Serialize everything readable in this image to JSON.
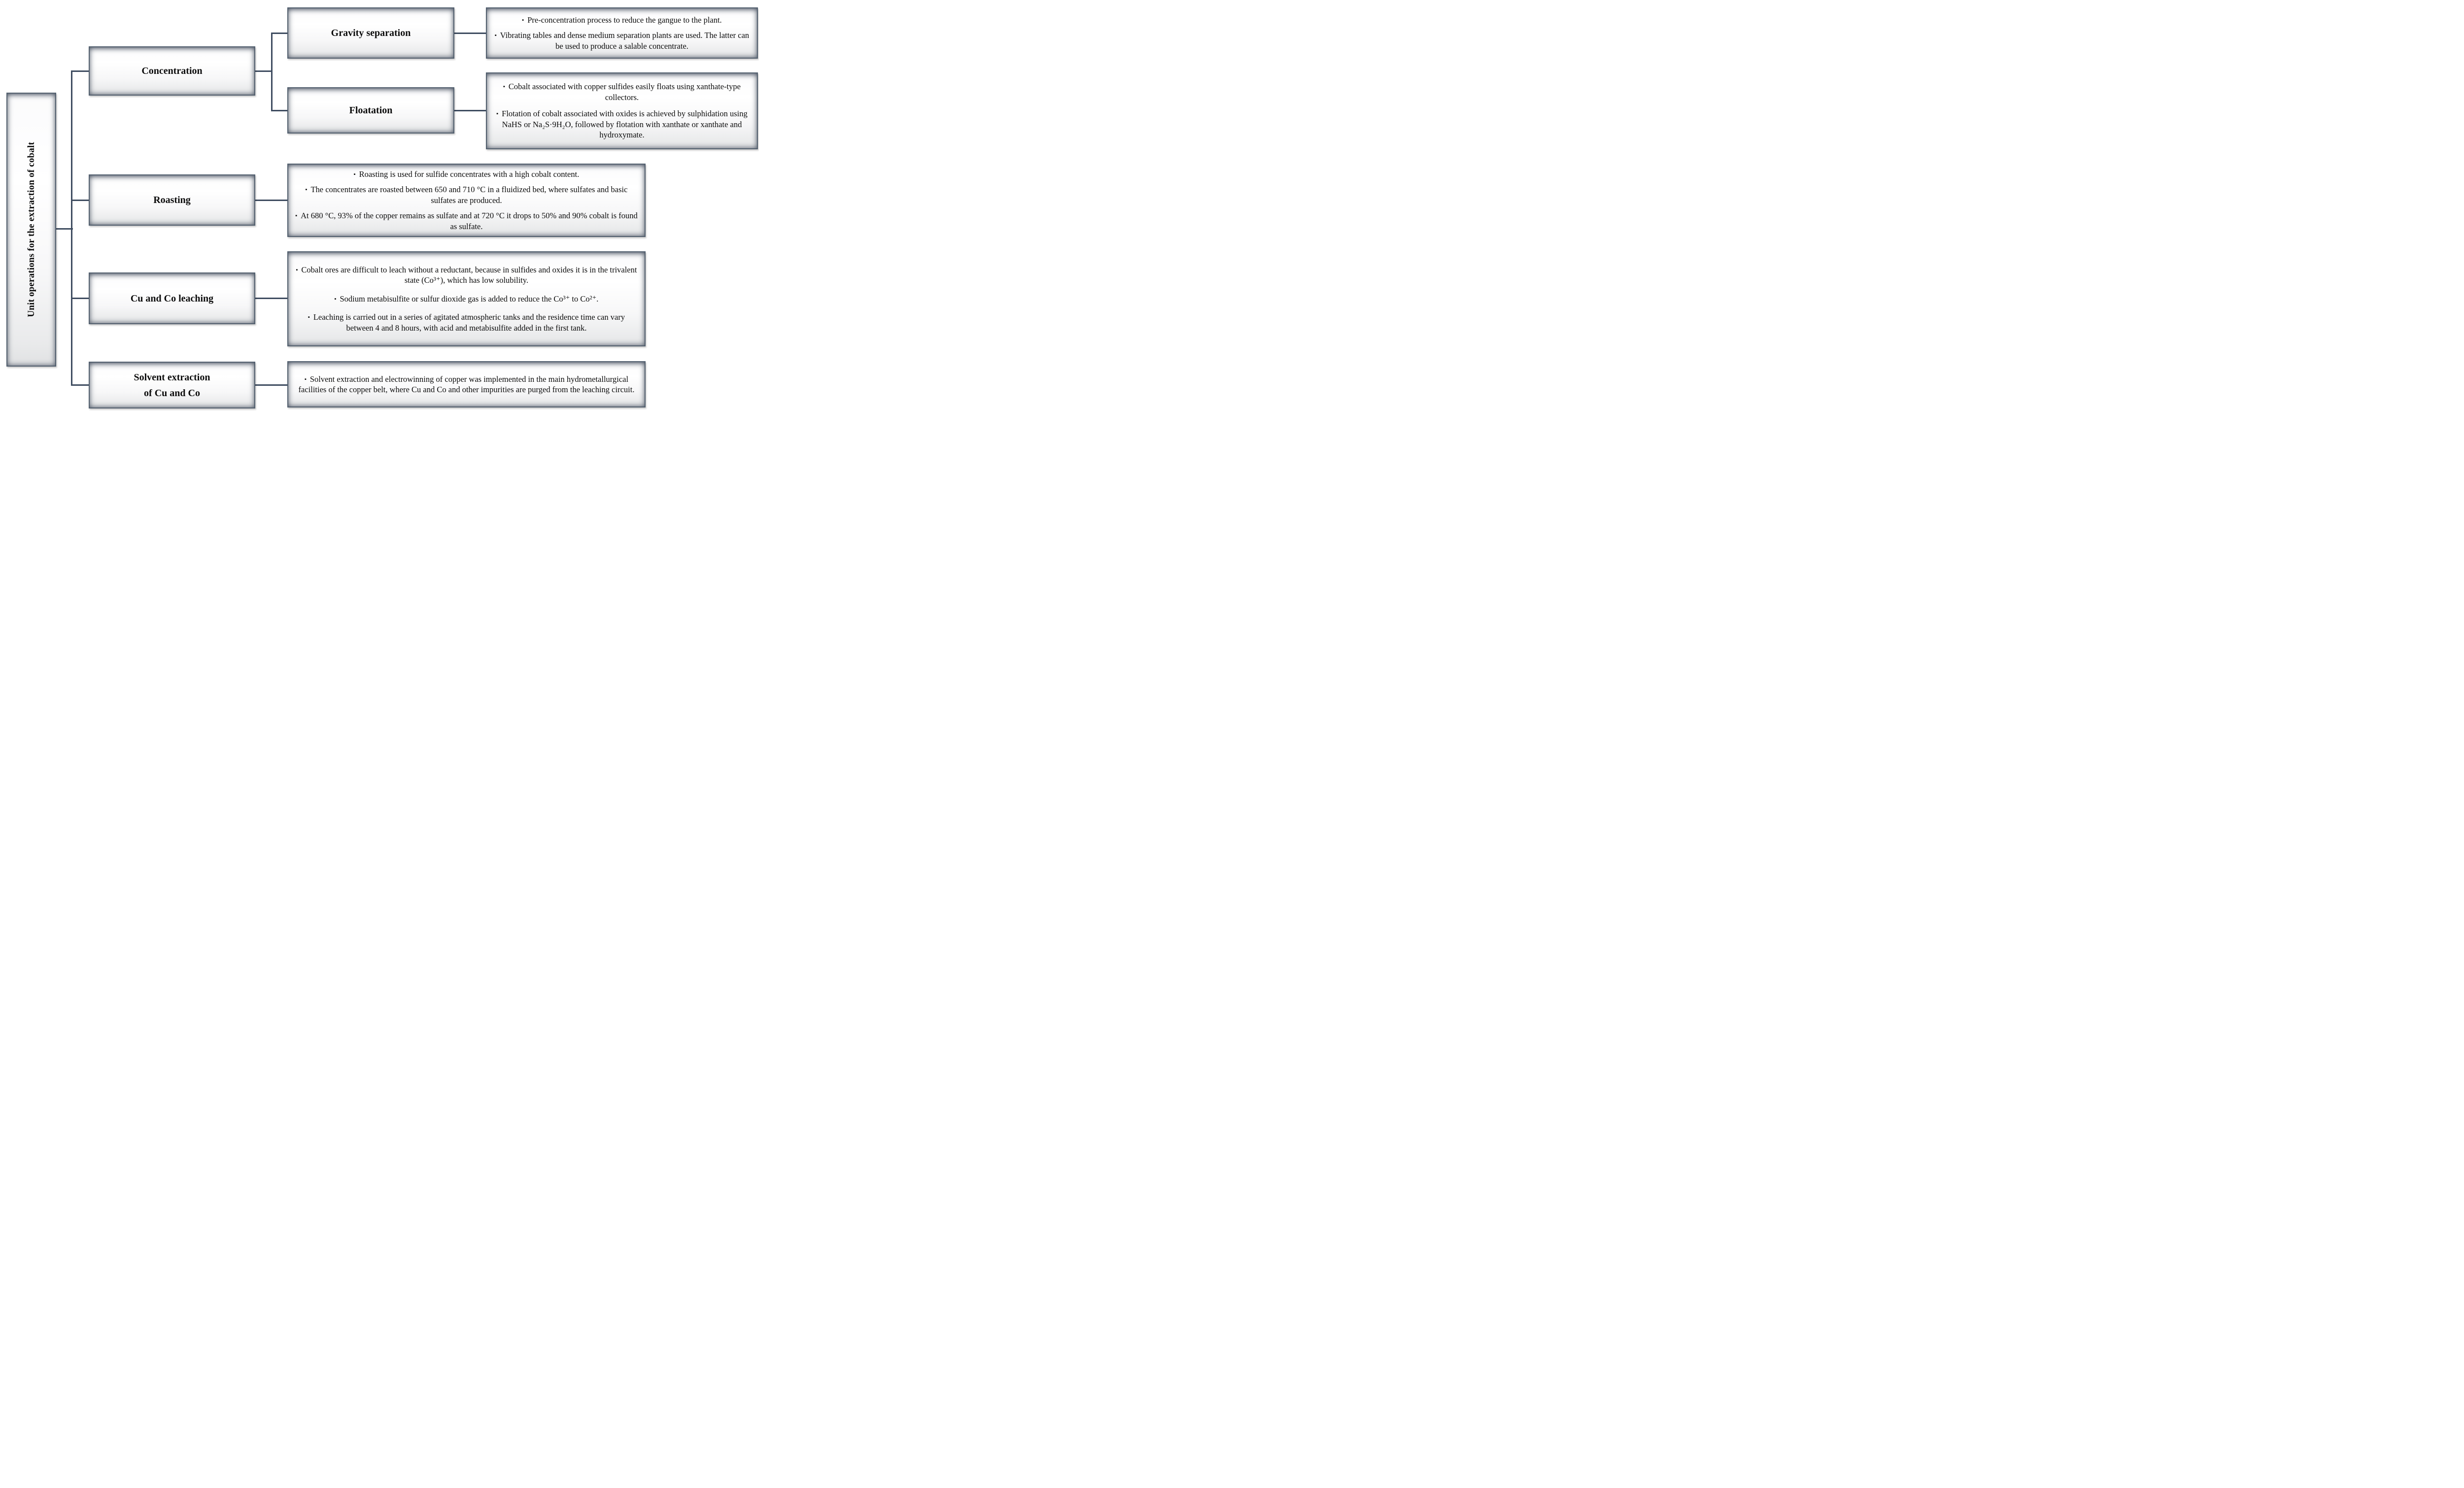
{
  "colors": {
    "connector": "#3e4c60",
    "box_border": "#53606f"
  },
  "ui": {
    "bullet": "▪"
  },
  "root": {
    "label": "Unit operations for the extraction of cobalt"
  },
  "stages": {
    "concentration": {
      "label": "Concentration"
    },
    "gravity": {
      "label": "Gravity separation",
      "bullets": [
        "Pre-concentration process to reduce the gangue to the plant.",
        "Vibrating tables and dense medium separation plants are used. The latter can be used to produce a salable concentrate."
      ]
    },
    "floatation": {
      "label": "Floatation",
      "bullets": [
        "Cobalt associated with copper sulfides easily floats using xanthate-type collectors.",
        "Flotation of cobalt associated with oxides is achieved by sulphidation using NaHS or Na₂S·9H₂O, followed by flotation with xanthate or xanthate and hydroxymate."
      ]
    },
    "roasting": {
      "label": "Roasting",
      "bullets": [
        "Roasting is used for sulfide concentrates with a high cobalt content.",
        "The concentrates are roasted between 650 and 710 °C in a fluidized bed, where sulfates and basic sulfates are produced.",
        "At 680 °C, 93% of the copper remains as sulfate and at 720 °C it drops to 50% and 90% cobalt is found as sulfate."
      ]
    },
    "leaching": {
      "label": "Cu and Co leaching",
      "bullets": [
        "Cobalt ores are difficult to leach without a reductant, because in sulfides and oxides it is in the trivalent state (Co³⁺), which has low solubility.",
        "Sodium metabisulfite or sulfur dioxide gas is added to reduce the Co³⁺ to Co²⁺.",
        "Leaching is carried out in a series of agitated atmospheric tanks and the residence time can vary between 4 and 8 hours, with acid and metabisulfite added in the first tank."
      ]
    },
    "solvent": {
      "label_line1": "Solvent extraction",
      "label_line2": "of Cu and Co",
      "bullets": [
        "Solvent extraction and electrowinning of copper was implemented in the main hydrometallurgical facilities of the copper belt, where Cu and Co and other impurities are purged from the leaching circuit."
      ]
    }
  }
}
